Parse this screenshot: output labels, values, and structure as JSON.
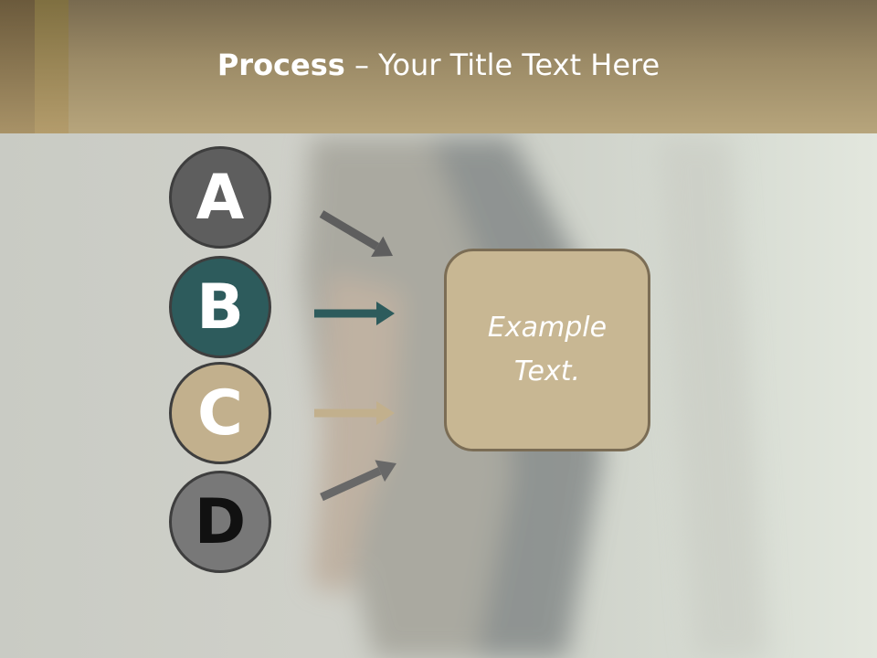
{
  "title": {
    "bold": "Process",
    "rest": " – Your Title Text Here"
  },
  "steps": [
    {
      "letter": "A",
      "fill": "#5e5e5e",
      "text_color": "#ffffff",
      "arrow_color": "#5e5e5e"
    },
    {
      "letter": "B",
      "fill": "#2d5b5c",
      "text_color": "#ffffff",
      "arrow_color": "#2d5b5c"
    },
    {
      "letter": "C",
      "fill": "#c2b08d",
      "text_color": "#ffffff",
      "arrow_color": "#c2b08d"
    },
    {
      "letter": "D",
      "fill": "#787878",
      "text_color": "#111111",
      "arrow_color": "#686868"
    }
  ],
  "box": {
    "text": "Example Text.",
    "fill": "#c8b793",
    "border": "#7b6d55"
  },
  "colors": {
    "header": "#a8966f",
    "background": "#cfd0c9"
  }
}
